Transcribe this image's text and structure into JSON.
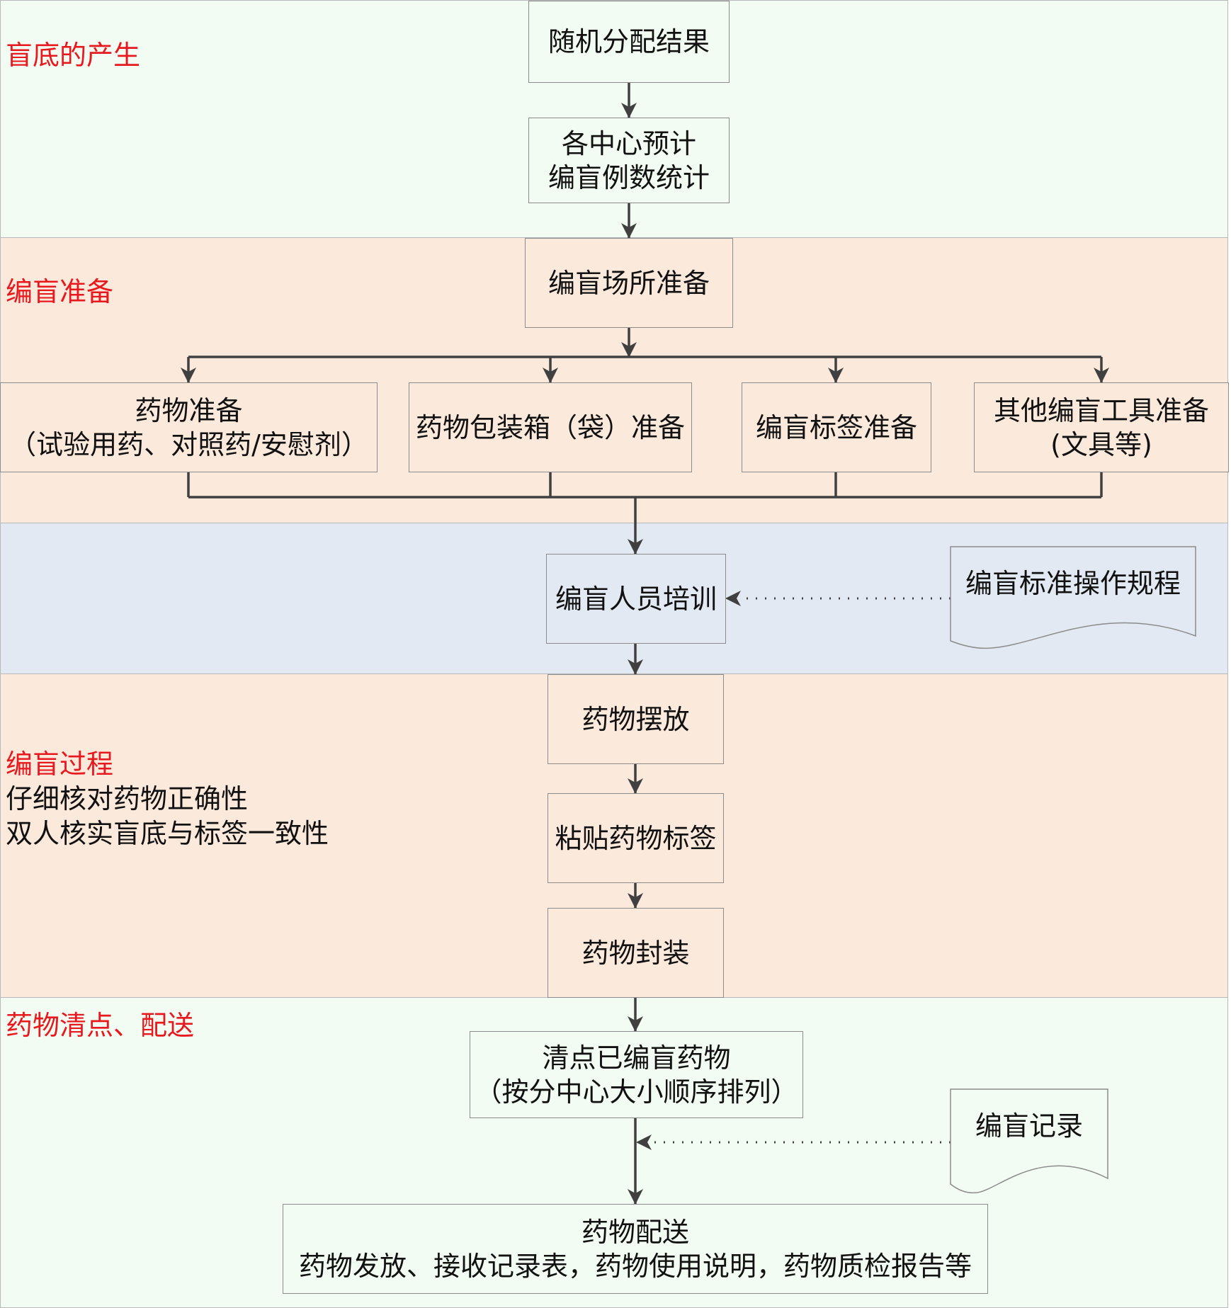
{
  "sections": {
    "generation": "盲底的产生",
    "preparation": "编盲准备",
    "process": "编盲过程",
    "process_note_1": "仔细核对药物正确性",
    "process_note_2": "双人核实盲底与标签一致性",
    "distribution": "药物清点、配送"
  },
  "nodes": {
    "random_result": "随机分配结果",
    "center_stats_l1": "各中心预计",
    "center_stats_l2": "编盲例数统计",
    "site_prep": "编盲场所准备",
    "drug_prep_l1": "药物准备",
    "drug_prep_l2": "（试验用药、对照药/安慰剂）",
    "box_prep": "药物包装箱（袋）准备",
    "label_prep": "编盲标签准备",
    "tools_prep_l1": "其他编盲工具准备",
    "tools_prep_l2": "(文具等)",
    "training": "编盲人员培训",
    "placement": "药物摆放",
    "labeling": "粘贴药物标签",
    "sealing": "药物封装",
    "count_l1": "清点已编盲药物",
    "count_l2": "（按分中心大小顺序排列）",
    "delivery_l1": "药物配送",
    "delivery_l2": "药物发放、接收记录表，药物使用说明，药物质检报告等"
  },
  "documents": {
    "sop": "编盲标准操作规程",
    "record": "编盲记录"
  },
  "colors": {
    "band_green": "#f3fcf2",
    "band_peach": "#fbe9dc",
    "band_blue": "#e3e9f3",
    "section_label": "#e8191e",
    "connector": "#404040"
  }
}
